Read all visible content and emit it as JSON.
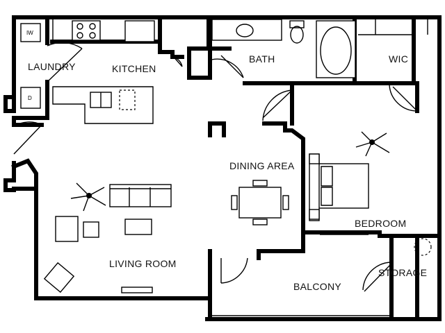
{
  "plan": {
    "rooms": {
      "laundry": "LAUNDRY",
      "kitchen": "KITCHEN",
      "bath": "BATH",
      "wic": "WIC",
      "dining": "DINING AREA",
      "bedroom": "BEDROOM",
      "living": "LIVING ROOM",
      "balcony": "BALCONY",
      "storage": "STORAGE"
    },
    "appliance_labels": {
      "washer": "IW",
      "dryer": "D"
    }
  },
  "colors": {
    "wall": "#000000",
    "background": "#ffffff"
  }
}
